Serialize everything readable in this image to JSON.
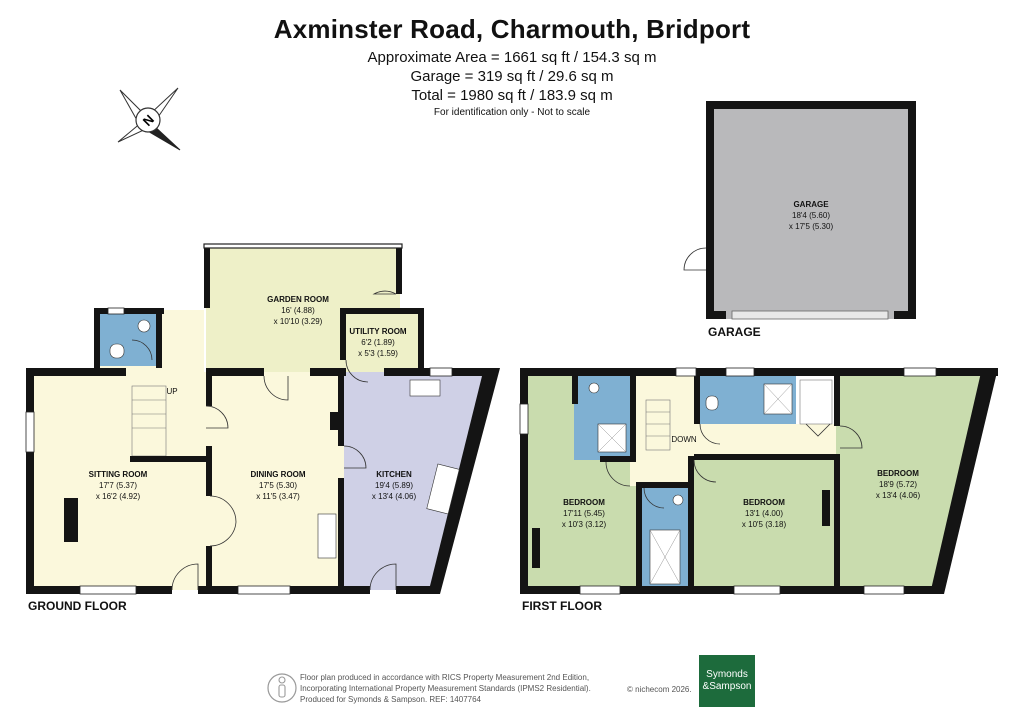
{
  "header": {
    "title": "Axminster Road, Charmouth, Bridport",
    "area": "Approximate Area = 1661 sq ft / 154.3 sq m",
    "garage_area": "Garage = 319 sq ft / 29.6 sq m",
    "total": "Total = 1980 sq ft / 183.9 sq m",
    "identification": "For identification only - Not to scale"
  },
  "compass": {
    "letter": "N"
  },
  "colors": {
    "garden": "#eef0c8",
    "living": "#fbf8dc",
    "kitchen": "#cfd0e6",
    "bathroom": "#7fb0d2",
    "bedroom": "#c9dcae",
    "garage": "#b9b9bb",
    "wall": "#141414",
    "brand": "#1d6b3c"
  },
  "garage": {
    "room": {
      "name": "GARAGE",
      "dim1": "18'4 (5.60)",
      "dim2": "x 17'5 (5.30)"
    },
    "floor_label": "GARAGE"
  },
  "ground_floor": {
    "label": "GROUND FLOOR",
    "up_label": "UP",
    "rooms": [
      {
        "name": "GARDEN ROOM",
        "dim1": "16' (4.88)",
        "dim2": "x 10'10 (3.29)"
      },
      {
        "name": "UTILITY ROOM",
        "dim1": "6'2 (1.89)",
        "dim2": "x 5'3 (1.59)"
      },
      {
        "name": "SITTING ROOM",
        "dim1": "17'7 (5.37)",
        "dim2": "x 16'2 (4.92)"
      },
      {
        "name": "DINING ROOM",
        "dim1": "17'5 (5.30)",
        "dim2": "x 11'5 (3.47)"
      },
      {
        "name": "KITCHEN",
        "dim1": "19'4 (5.89)",
        "dim2": "x 13'4 (4.06)"
      }
    ]
  },
  "first_floor": {
    "label": "FIRST FLOOR",
    "down_label": "DOWN",
    "rooms": [
      {
        "name": "BEDROOM",
        "dim1": "17'11 (5.45)",
        "dim2": "x 10'3 (3.12)"
      },
      {
        "name": "BEDROOM",
        "dim1": "13'1 (4.00)",
        "dim2": "x 10'5 (3.18)"
      },
      {
        "name": "BEDROOM",
        "dim1": "18'9 (5.72)",
        "dim2": "x 13'4 (4.06)"
      }
    ]
  },
  "footer": {
    "line1": "Floor plan produced in accordance with RICS Property Measurement 2nd Edition,",
    "line2": "Incorporating International Property Measurement Standards (IPMS2 Residential).",
    "line3": "Produced for Symonds & Sampson.   REF: 1407764",
    "copyright": "© nichecom 2026.",
    "brand_line1": "Symonds",
    "brand_line2": "&Sampson"
  }
}
